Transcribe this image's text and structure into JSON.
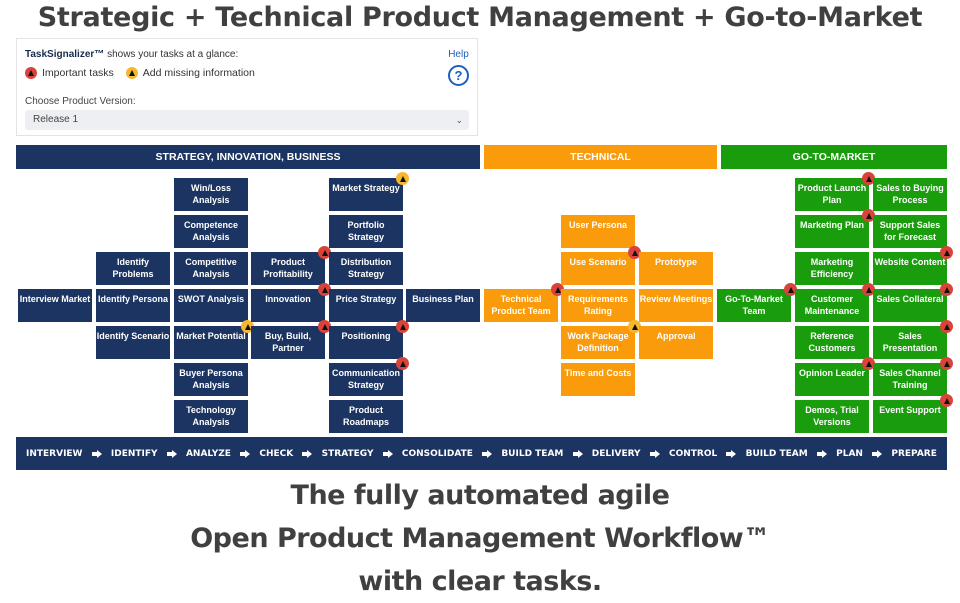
{
  "headline": "Strategic + Technical Product Management + Go-to-Market",
  "panel": {
    "brand": "TaskSignalizer™",
    "intro": " shows your tasks at a glance:",
    "legend": [
      {
        "label": "Important tasks",
        "color": "#d9433a",
        "icon": "warning-icon"
      },
      {
        "label": "Add missing information",
        "color": "#f5b82e",
        "icon": "warning-icon"
      }
    ],
    "help_label": "Help",
    "help_icon": "?",
    "choose_label": "Choose Product Version:",
    "version_selected": "Release 1"
  },
  "bands": {
    "strategy": "STRATEGY, INNOVATION, BUSINESS",
    "technical": "TECHNICAL",
    "gtm": "GO-TO-MARKET"
  },
  "colors": {
    "navy": "#1c3461",
    "orange": "#f99b0b",
    "green": "#199d0c",
    "alert_red": "#d9433a",
    "alert_yellow": "#f5b82e"
  },
  "tasks": [
    {
      "label": "Interview Market",
      "col": 0,
      "row": 3,
      "color": "navy",
      "badge": null
    },
    {
      "label": "Identify Problems",
      "col": 1,
      "row": 2,
      "color": "navy",
      "badge": null
    },
    {
      "label": "Identify Persona",
      "col": 1,
      "row": 3,
      "color": "navy",
      "badge": null
    },
    {
      "label": "Identify Scenario",
      "col": 1,
      "row": 4,
      "color": "navy",
      "badge": null
    },
    {
      "label": "Win/Loss Analysis",
      "col": 2,
      "row": 0,
      "color": "navy",
      "badge": null
    },
    {
      "label": "Competence Analysis",
      "col": 2,
      "row": 1,
      "color": "navy",
      "badge": null
    },
    {
      "label": "Competitive Analysis",
      "col": 2,
      "row": 2,
      "color": "navy",
      "badge": null
    },
    {
      "label": "SWOT Analysis",
      "col": 2,
      "row": 3,
      "color": "navy",
      "badge": null
    },
    {
      "label": "Market Potential",
      "col": 2,
      "row": 4,
      "color": "navy",
      "badge": "yellow"
    },
    {
      "label": "Buyer Persona Analysis",
      "col": 2,
      "row": 5,
      "color": "navy",
      "badge": null
    },
    {
      "label": "Technology Analysis",
      "col": 2,
      "row": 6,
      "color": "navy",
      "badge": null
    },
    {
      "label": "Product Profitability",
      "col": 3,
      "row": 2,
      "color": "navy",
      "badge": "red"
    },
    {
      "label": "Innovation",
      "col": 3,
      "row": 3,
      "color": "navy",
      "badge": "red"
    },
    {
      "label": "Buy, Build, Partner",
      "col": 3,
      "row": 4,
      "color": "navy",
      "badge": "red"
    },
    {
      "label": "Market Strategy",
      "col": 4,
      "row": 0,
      "color": "navy",
      "badge": "yellow"
    },
    {
      "label": "Portfolio Strategy",
      "col": 4,
      "row": 1,
      "color": "navy",
      "badge": null
    },
    {
      "label": "Distribution Strategy",
      "col": 4,
      "row": 2,
      "color": "navy",
      "badge": null
    },
    {
      "label": "Price Strategy",
      "col": 4,
      "row": 3,
      "color": "navy",
      "badge": null
    },
    {
      "label": "Positioning",
      "col": 4,
      "row": 4,
      "color": "navy",
      "badge": "red"
    },
    {
      "label": "Communication Strategy",
      "col": 4,
      "row": 5,
      "color": "navy",
      "badge": "red"
    },
    {
      "label": "Product Roadmaps",
      "col": 4,
      "row": 6,
      "color": "navy",
      "badge": null
    },
    {
      "label": "Business Plan",
      "col": 5,
      "row": 3,
      "color": "navy",
      "badge": null
    },
    {
      "label": "Technical Product Team",
      "col": 6,
      "row": 3,
      "color": "orange",
      "badge": "red"
    },
    {
      "label": "User Persona",
      "col": 7,
      "row": 1,
      "color": "orange",
      "badge": null
    },
    {
      "label": "Use Scenario",
      "col": 7,
      "row": 2,
      "color": "orange",
      "badge": "red"
    },
    {
      "label": "Requirements Rating",
      "col": 7,
      "row": 3,
      "color": "orange",
      "badge": null
    },
    {
      "label": "Work Package Definition",
      "col": 7,
      "row": 4,
      "color": "orange",
      "badge": "yellow"
    },
    {
      "label": "Time and Costs",
      "col": 7,
      "row": 5,
      "color": "orange",
      "badge": null
    },
    {
      "label": "Prototype",
      "col": 8,
      "row": 2,
      "color": "orange",
      "badge": null
    },
    {
      "label": "Review Meetings",
      "col": 8,
      "row": 3,
      "color": "orange",
      "badge": null
    },
    {
      "label": "Approval",
      "col": 8,
      "row": 4,
      "color": "orange",
      "badge": null
    },
    {
      "label": "Go-To-Market Team",
      "col": 9,
      "row": 3,
      "color": "green",
      "badge": "red"
    },
    {
      "label": "Product Launch Plan",
      "col": 10,
      "row": 0,
      "color": "green",
      "badge": "red"
    },
    {
      "label": "Marketing Plan",
      "col": 10,
      "row": 1,
      "color": "green",
      "badge": "red"
    },
    {
      "label": "Marketing Efficiency",
      "col": 10,
      "row": 2,
      "color": "green",
      "badge": null
    },
    {
      "label": "Customer Maintenance",
      "col": 10,
      "row": 3,
      "color": "green",
      "badge": "red"
    },
    {
      "label": "Reference Customers",
      "col": 10,
      "row": 4,
      "color": "green",
      "badge": null
    },
    {
      "label": "Opinion Leader",
      "col": 10,
      "row": 5,
      "color": "green",
      "badge": "red"
    },
    {
      "label": "Demos, Trial Versions",
      "col": 10,
      "row": 6,
      "color": "green",
      "badge": null
    },
    {
      "label": "Sales to Buying Process",
      "col": 11,
      "row": 0,
      "color": "green",
      "badge": null
    },
    {
      "label": "Support Sales for Forecast",
      "col": 11,
      "row": 1,
      "color": "green",
      "badge": null
    },
    {
      "label": "Website Content",
      "col": 11,
      "row": 2,
      "color": "green",
      "badge": "red"
    },
    {
      "label": "Sales Collateral",
      "col": 11,
      "row": 3,
      "color": "green",
      "badge": "red"
    },
    {
      "label": "Sales Presentation",
      "col": 11,
      "row": 4,
      "color": "green",
      "badge": "red"
    },
    {
      "label": "Sales Channel Training",
      "col": 11,
      "row": 5,
      "color": "green",
      "badge": "red"
    },
    {
      "label": "Event Support",
      "col": 11,
      "row": 6,
      "color": "green",
      "badge": "red"
    }
  ],
  "steps": [
    "INTERVIEW",
    "IDENTIFY",
    "ANALYZE",
    "CHECK",
    "STRATEGY",
    "CONSOLIDATE",
    "BUILD TEAM",
    "DELIVERY",
    "CONTROL",
    "BUILD TEAM",
    "PLAN",
    "PREPARE"
  ],
  "tagline": [
    "The fully automated agile",
    "Open Product Management Workflow™",
    "with clear tasks."
  ]
}
